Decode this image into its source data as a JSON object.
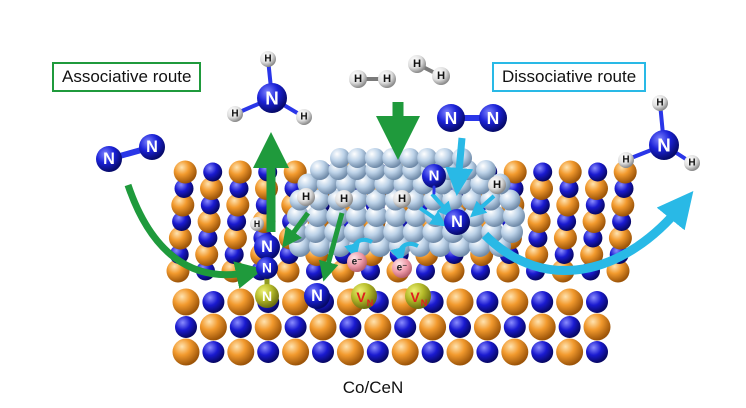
{
  "labels": {
    "associative_route": "Associative route",
    "dissociative_route": "Dissociative route",
    "catalyst": "Co/CeN"
  },
  "atoms": {
    "nitrogen": "N",
    "hydrogen": "H",
    "electron": "e⁻",
    "vacancy_main": "V",
    "vacancy_sub": "N"
  },
  "colors": {
    "associative_arrow": "#1f9a3c",
    "dissociative_arrow": "#29b9e6",
    "ce_sphere": "#f0982e",
    "n_lattice": "#1c1ccc",
    "cobalt_cluster": "#b9d3ea",
    "vacancy": "#b6bc2a",
    "electron": "#ee9aa8",
    "hydrogen": "#ffffff"
  }
}
